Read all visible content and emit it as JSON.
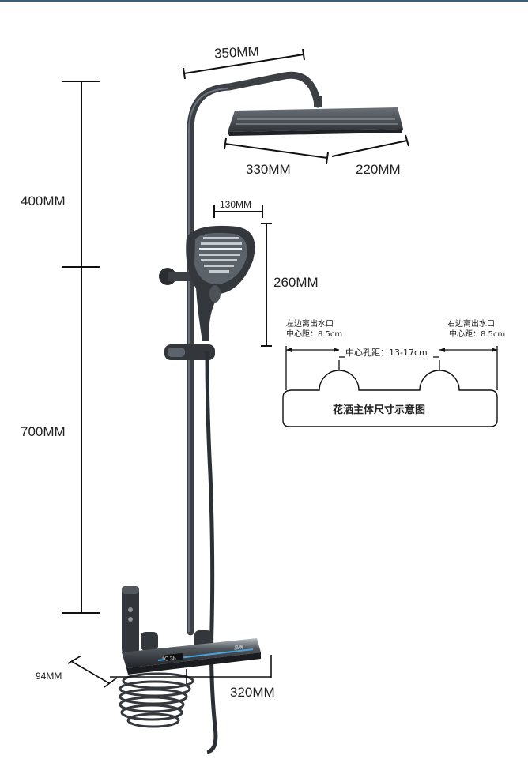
{
  "dimensions": {
    "arm_length": "350MM",
    "head_length": "330MM",
    "head_width": "220MM",
    "upper_height": "400MM",
    "lower_height": "700MM",
    "handheld_width": "130MM",
    "handheld_height": "260MM",
    "shelf_depth": "94MM",
    "shelf_length": "320MM"
  },
  "spacing_diagram": {
    "left_outlet_title": "左边离出水口",
    "left_outlet_value": "中心距：8.5cm",
    "right_outlet_title": "右边离出水口",
    "right_outlet_value": "中心距：8.5cm",
    "center_spacing": "中心孔距：13-17cm",
    "body_caption": "花洒主体尺寸示意图"
  },
  "shelf_display": {
    "temp_readout": "℃ 38",
    "brand_mark": "品牌"
  },
  "colors": {
    "metal": "#3c4045",
    "metal_dark": "#2a2d31",
    "dim_line": "#111111",
    "accent_blue": "#4aa3d8"
  }
}
